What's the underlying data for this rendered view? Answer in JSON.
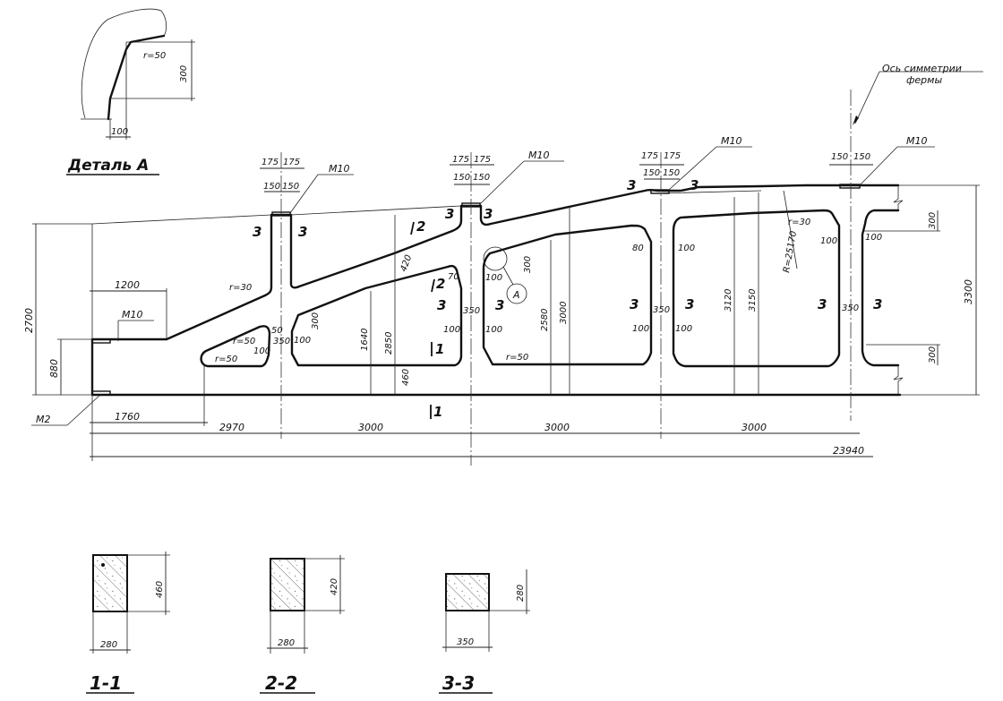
{
  "drawing": {
    "detail_title": "Деталь А",
    "symmetry_axis_label": [
      "Ось симметрии",
      "фермы"
    ],
    "detail_a": {
      "radius": "r=50",
      "height": "300",
      "width": "100"
    },
    "embedded_parts": {
      "m10": "M10",
      "m2": "M2"
    },
    "callout": "A",
    "overall": {
      "left_height": "2700",
      "support_height": "880",
      "right_height": "3300",
      "top_chord_radius": "R=25170",
      "total_length": "23940"
    },
    "bottom_dims": [
      "1760",
      "2970",
      "3000",
      "3000",
      "3000"
    ],
    "top_dim_1200": "1200",
    "post_dims": {
      "outer": [
        "175",
        "175"
      ],
      "inner": [
        "150",
        "150"
      ]
    },
    "vertical_dims": [
      "1640",
      "2850",
      "2580",
      "3000",
      "3120",
      "3150"
    ],
    "local_dims": {
      "web_thickness": "350",
      "chamfer": "100",
      "chamfer_80": "80",
      "chamfer_70": "70",
      "chamfer_50": "50",
      "brace_depth": "420",
      "bottom_depth": "460",
      "haunch": "300",
      "r30": "r=30",
      "r50": "r=50"
    },
    "section_marks": [
      "1",
      "2",
      "3"
    ]
  },
  "sections": [
    {
      "title": "1-1",
      "width": "280",
      "height": "460"
    },
    {
      "title": "2-2",
      "width": "280",
      "height": "420"
    },
    {
      "title": "3-3",
      "width": "350",
      "height": "280"
    }
  ]
}
